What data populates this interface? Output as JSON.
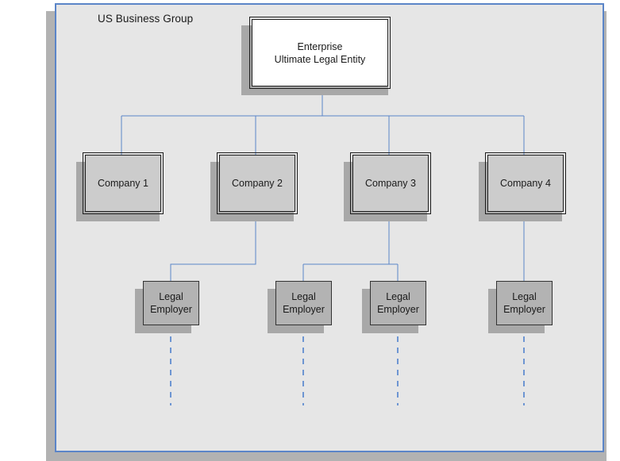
{
  "diagram": {
    "title": "US Business Group",
    "type": "organization-hierarchy",
    "colors": {
      "frame_border": "#5b85c8",
      "frame_fill": "#e6e6e6",
      "connector": "#5b85c8",
      "node_fill_company": "#cccccc",
      "node_fill_employer": "#b3b3b3",
      "node_fill_enterprise": "#ffffff",
      "node_border": "#1d1d1d",
      "shadow": "#a8a8a8",
      "page_background": "#ffffff"
    },
    "nodes": {
      "enterprise": {
        "label_line1": "Enterprise",
        "label_line2": "Ultimate Legal Entity"
      },
      "companies": [
        {
          "label": "Company 1"
        },
        {
          "label": "Company 2"
        },
        {
          "label": "Company 3"
        },
        {
          "label": "Company 4"
        }
      ],
      "legal_employers": [
        {
          "label_line1": "Legal",
          "label_line2": "Employer"
        },
        {
          "label_line1": "Legal",
          "label_line2": "Employer"
        },
        {
          "label_line1": "Legal",
          "label_line2": "Employer"
        },
        {
          "label_line1": "Legal",
          "label_line2": "Employer"
        }
      ]
    },
    "connections": [
      {
        "from": "enterprise",
        "to": "Company 1"
      },
      {
        "from": "enterprise",
        "to": "Company 2"
      },
      {
        "from": "enterprise",
        "to": "Company 3"
      },
      {
        "from": "enterprise",
        "to": "Company 4"
      },
      {
        "from": "Company 2",
        "to": "legal-employer-1"
      },
      {
        "from": "Company 3",
        "to": "legal-employer-2"
      },
      {
        "from": "Company 3",
        "to": "legal-employer-3"
      },
      {
        "from": "Company 4",
        "to": "legal-employer-4"
      }
    ],
    "dashed_continuations": 4
  }
}
